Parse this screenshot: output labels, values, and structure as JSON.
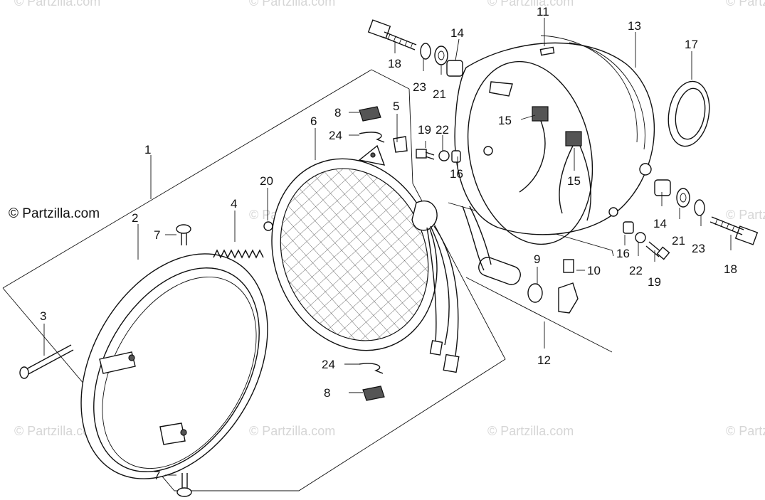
{
  "copyright": "© Partzilla.com",
  "watermark": "© Partzilla.com",
  "part_labels": [
    {
      "id": "label-1",
      "text": "1"
    },
    {
      "id": "label-2",
      "text": "2"
    },
    {
      "id": "label-3",
      "text": "3"
    },
    {
      "id": "label-4",
      "text": "4"
    },
    {
      "id": "label-5",
      "text": "5"
    },
    {
      "id": "label-6",
      "text": "6"
    },
    {
      "id": "label-7a",
      "text": "7"
    },
    {
      "id": "label-7b",
      "text": "7"
    },
    {
      "id": "label-8a",
      "text": "8"
    },
    {
      "id": "label-8b",
      "text": "8"
    },
    {
      "id": "label-9",
      "text": "9"
    },
    {
      "id": "label-10",
      "text": "10"
    },
    {
      "id": "label-11",
      "text": "11"
    },
    {
      "id": "label-12",
      "text": "12"
    },
    {
      "id": "label-13",
      "text": "13"
    },
    {
      "id": "label-14a",
      "text": "14"
    },
    {
      "id": "label-14b",
      "text": "14"
    },
    {
      "id": "label-15a",
      "text": "15"
    },
    {
      "id": "label-15b",
      "text": "15"
    },
    {
      "id": "label-16a",
      "text": "16"
    },
    {
      "id": "label-16b",
      "text": "16"
    },
    {
      "id": "label-17",
      "text": "17"
    },
    {
      "id": "label-18a",
      "text": "18"
    },
    {
      "id": "label-18b",
      "text": "18"
    },
    {
      "id": "label-19a",
      "text": "19"
    },
    {
      "id": "label-19b",
      "text": "19"
    },
    {
      "id": "label-20",
      "text": "20"
    },
    {
      "id": "label-21a",
      "text": "21"
    },
    {
      "id": "label-21b",
      "text": "21"
    },
    {
      "id": "label-22a",
      "text": "22"
    },
    {
      "id": "label-22b",
      "text": "22"
    },
    {
      "id": "label-23a",
      "text": "23"
    },
    {
      "id": "label-23b",
      "text": "23"
    },
    {
      "id": "label-24a",
      "text": "24"
    },
    {
      "id": "label-24b",
      "text": "24"
    }
  ]
}
